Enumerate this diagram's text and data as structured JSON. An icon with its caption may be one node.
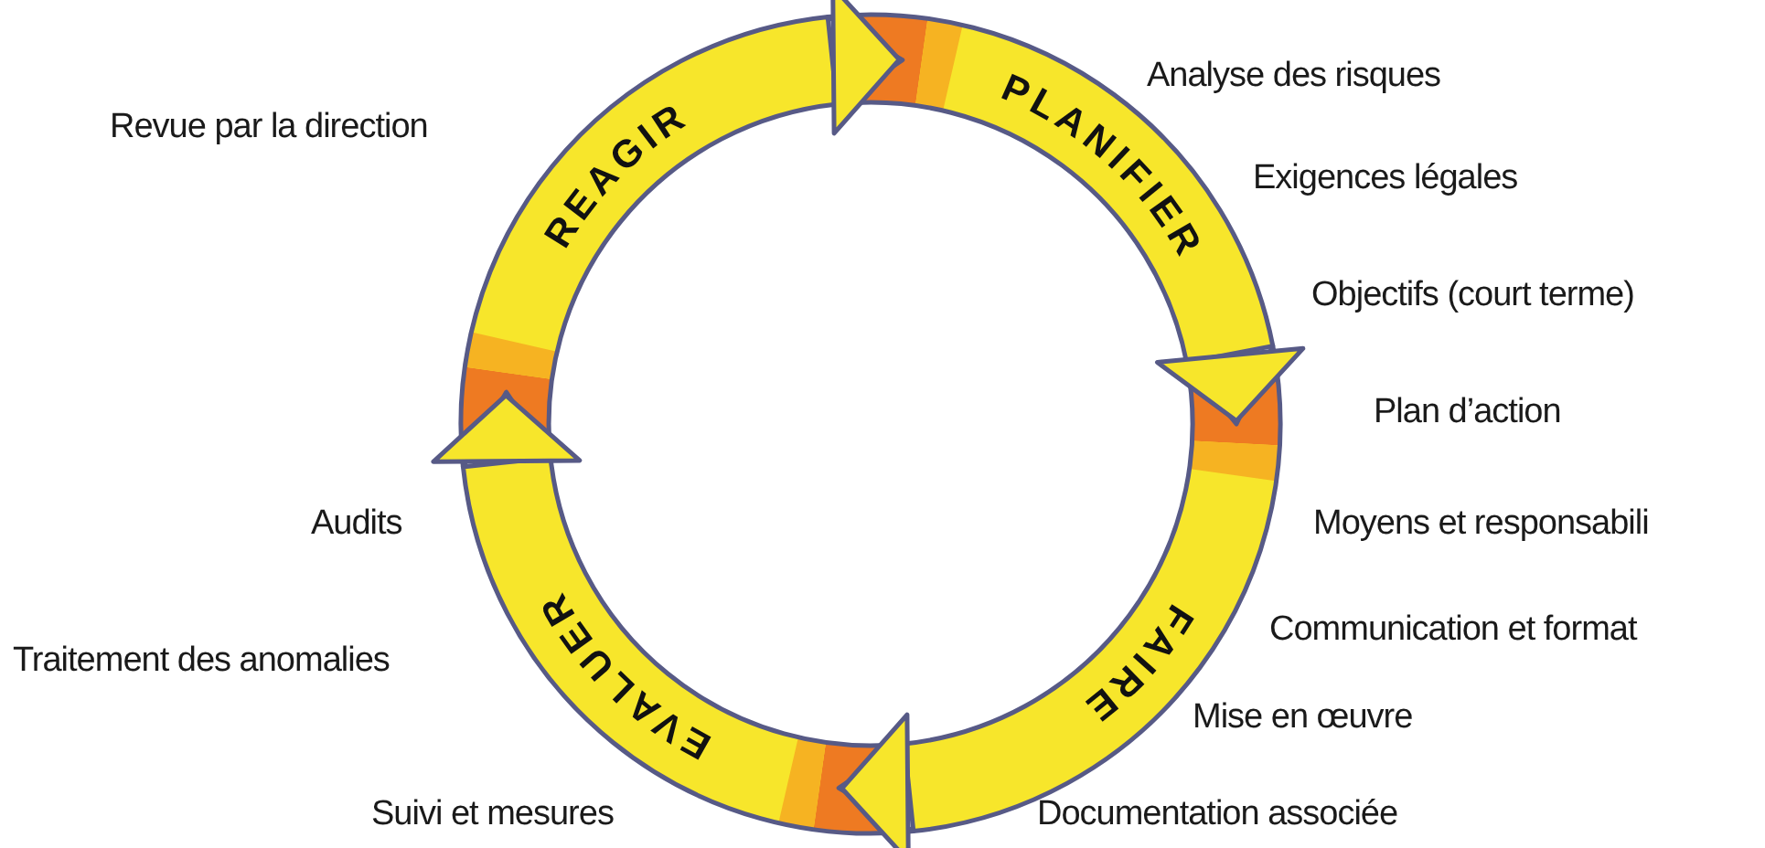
{
  "diagram": {
    "nodes": [
      {
        "text": [
          "REAGIR"
        ]
      },
      {
        "text": [
          "PLANIFIER"
        ]
      },
      {
        "text": [
          "FAIRE"
        ]
      },
      {
        "text": [
          "EVALUER"
        ]
      }
    ],
    "edges": [
      {
        "from": 0,
        "to": 1,
        "arrow": "to"
      },
      {
        "from": 1,
        "to": 2,
        "arrow": "to"
      },
      {
        "from": 2,
        "to": 3,
        "arrow": "to"
      },
      {
        "from": 3,
        "to": 0,
        "arrow": "to"
      }
    ],
    "labels": [
      "Analyse des risques",
      "Revue par la direction",
      "Exigences légales",
      "Objectifs (court terme)",
      "Plan d’action",
      "Moyens et responsabili",
      "Audits",
      "Communication et format",
      "Traitement des anomalies",
      "Mise en œuvre",
      "Suivi et mesures",
      "Documentation associée"
    ]
  }
}
